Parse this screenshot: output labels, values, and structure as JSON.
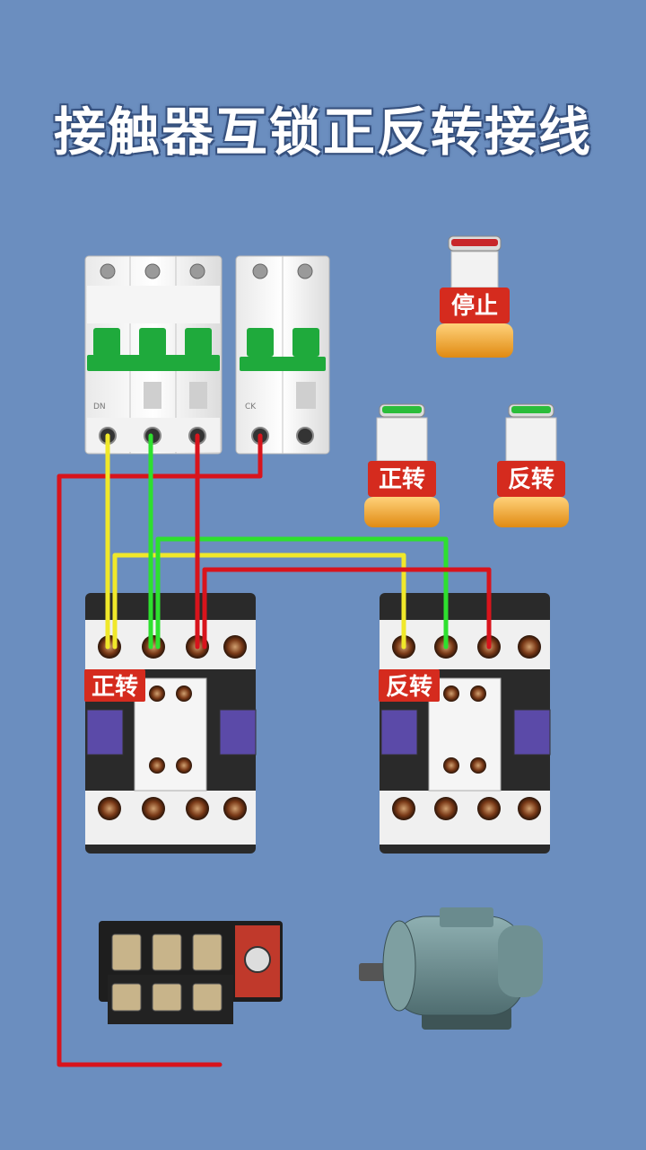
{
  "title": "接触器互锁正反转接线",
  "buttons": {
    "stop_label": "停止",
    "forward_label": "正转",
    "reverse_label": "反转"
  },
  "contactors": {
    "forward_label": "正转",
    "reverse_label": "反转"
  },
  "breaker": {
    "main_marking": "DN",
    "control_marking": "CK"
  },
  "colors": {
    "background": "#6b8ebf",
    "wire_phase_a": "#f0e82a",
    "wire_phase_b": "#2ee02e",
    "wire_phase_c": "#d8141c",
    "breaker_handle": "#1faa3c",
    "label_red": "#d52b1e"
  }
}
